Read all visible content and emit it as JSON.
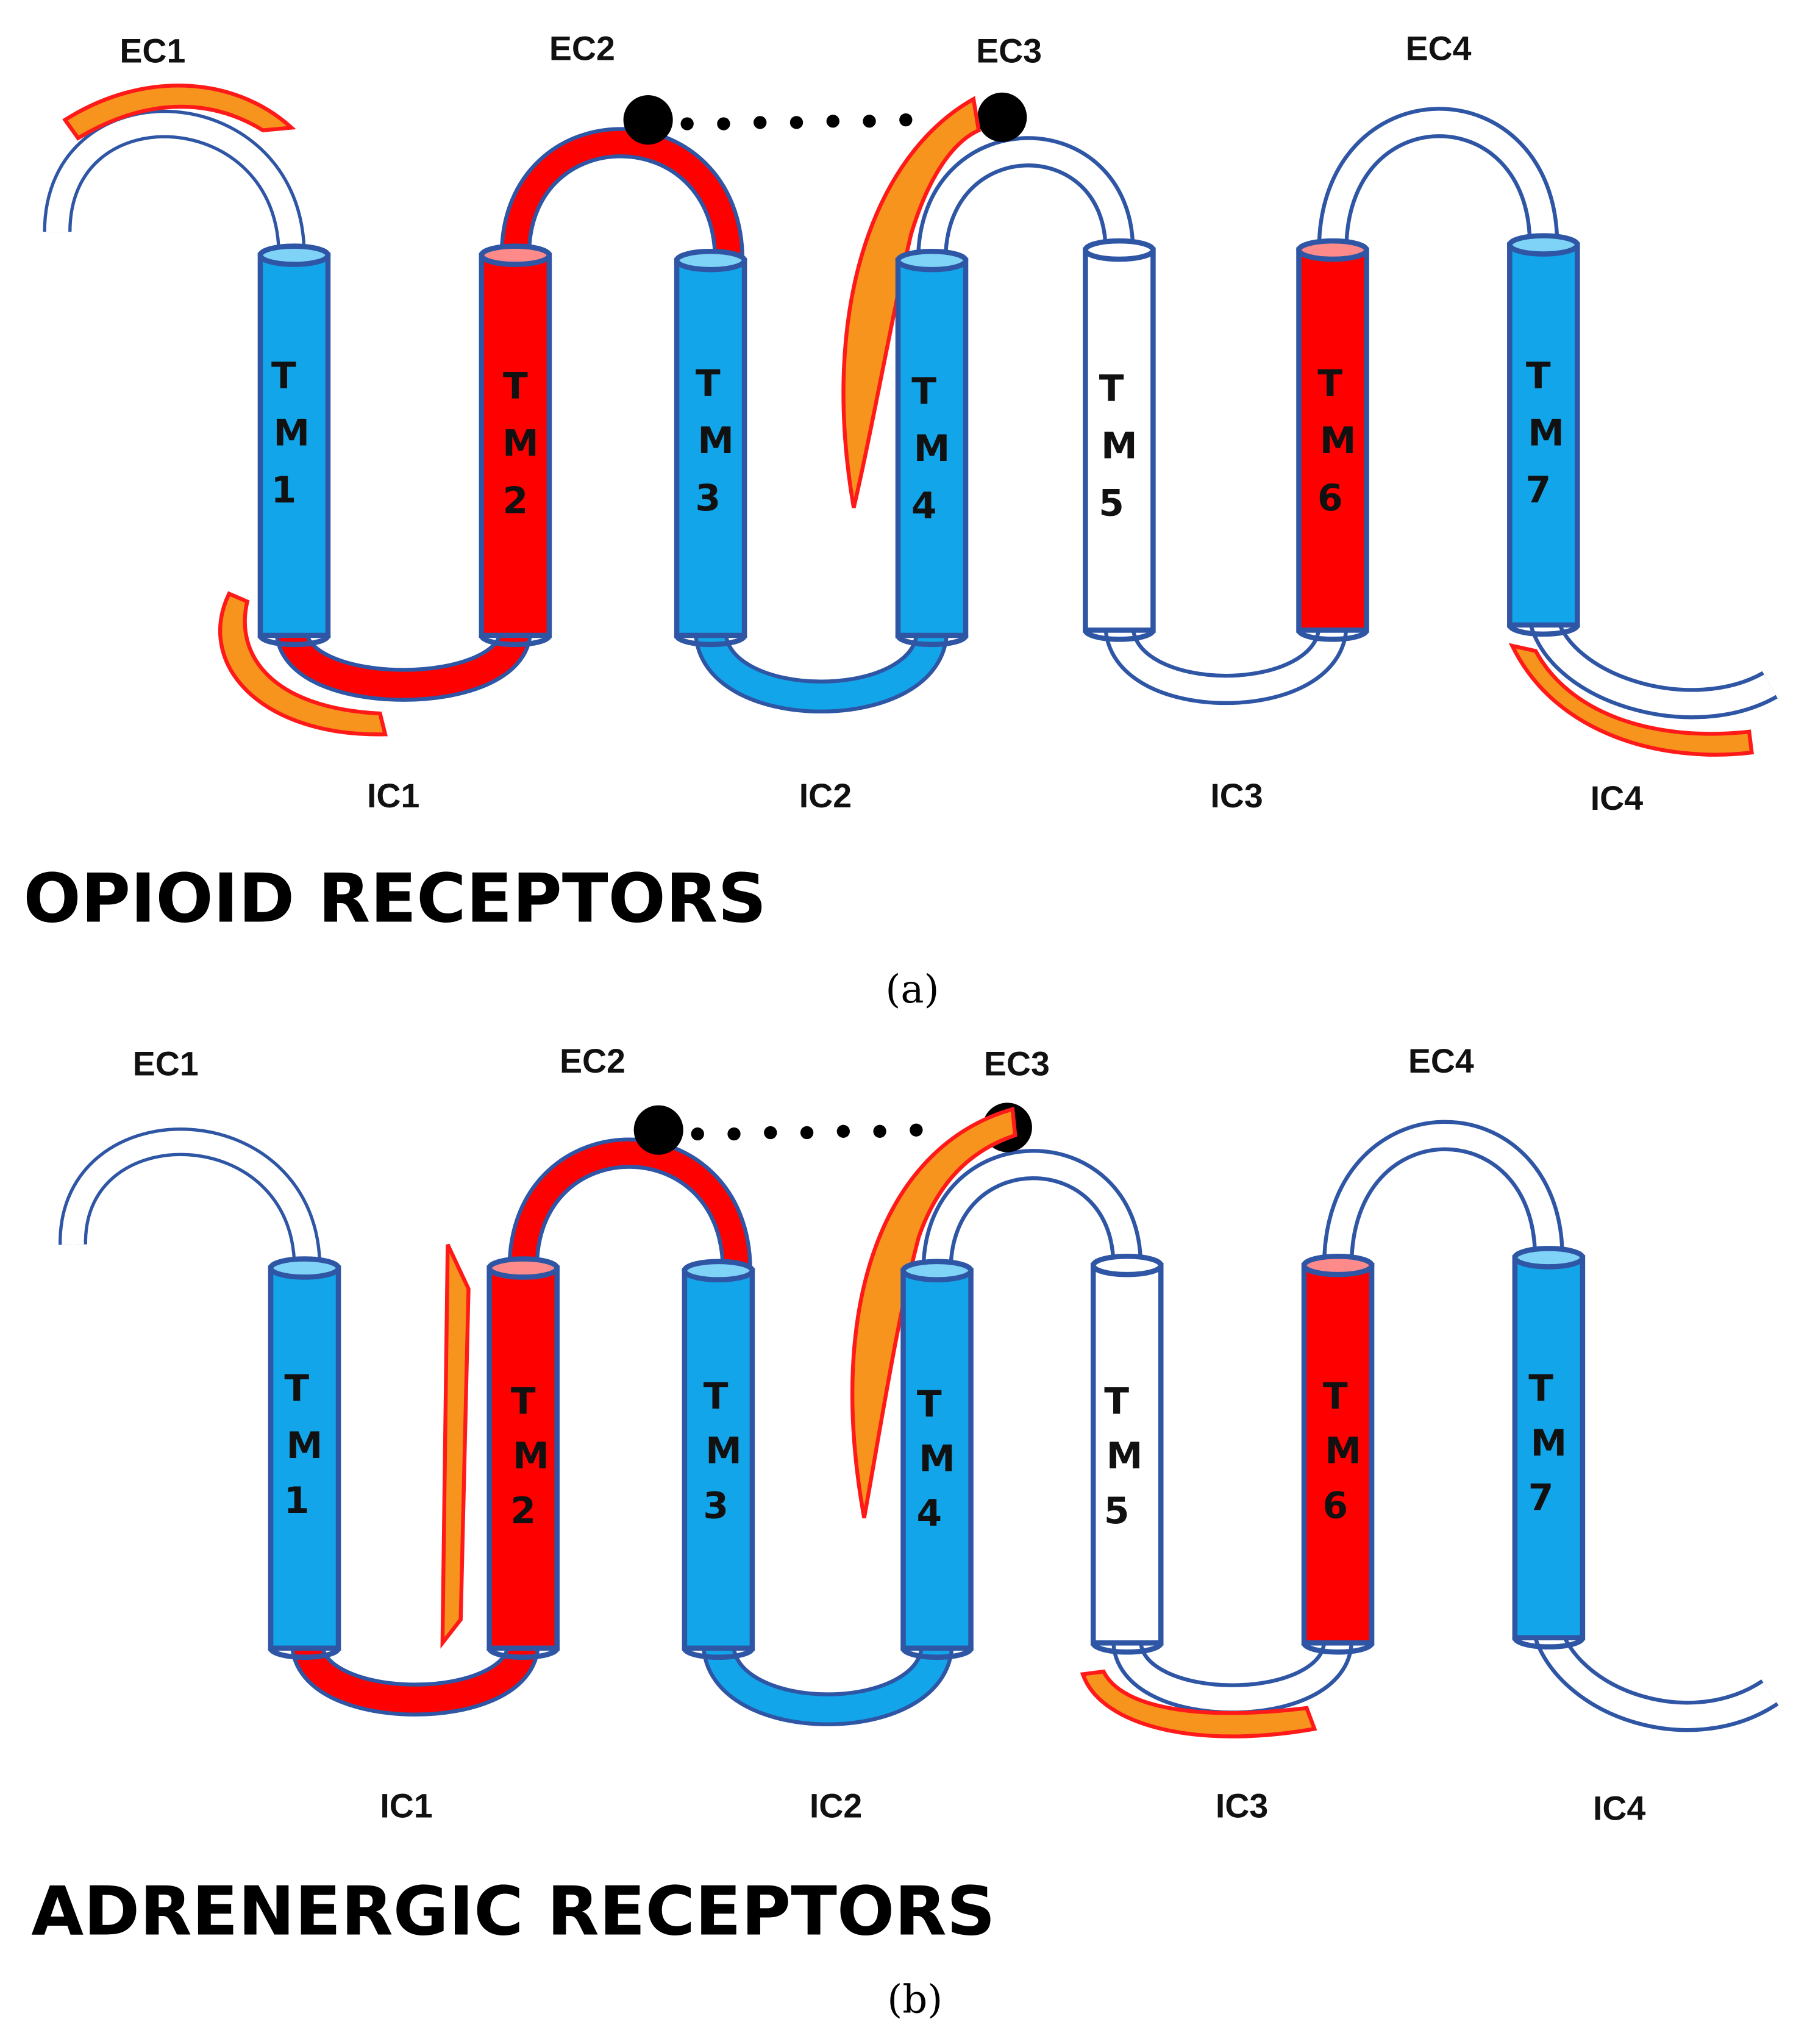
{
  "colors": {
    "membrane_blue": "#13a5e9",
    "membrane_red": "#ff0000",
    "membrane_white": "#ffffff",
    "outline": "#2f56a5",
    "highlight_fill": "#f7941d",
    "highlight_edge": "#ff1a1a",
    "dot": "#000000"
  },
  "icons": {
    "disulfide": "black-dot",
    "helix": "cylinder"
  },
  "panels": [
    {
      "title": "OPIOID RECEPTORS",
      "caption": "(a)",
      "ec_labels": [
        "EC1",
        "EC2",
        "EC3",
        "EC4"
      ],
      "ic_labels": [
        "IC1",
        "IC2",
        "IC3",
        "IC4"
      ],
      "helices": [
        {
          "letters": [
            "T",
            "M",
            "1"
          ],
          "color": "blue"
        },
        {
          "letters": [
            "T",
            "M",
            "2"
          ],
          "color": "red"
        },
        {
          "letters": [
            "T",
            "M",
            "3"
          ],
          "color": "blue"
        },
        {
          "letters": [
            "T",
            "M",
            "4"
          ],
          "color": "blue"
        },
        {
          "letters": [
            "T",
            "M",
            "5"
          ],
          "color": "white"
        },
        {
          "letters": [
            "T",
            "M",
            "6"
          ],
          "color": "red"
        },
        {
          "letters": [
            "T",
            "M",
            "7"
          ],
          "color": "blue"
        }
      ]
    },
    {
      "title": "ADRENERGIC RECEPTORS",
      "caption": "(b)",
      "ec_labels": [
        "EC1",
        "EC2",
        "EC3",
        "EC4"
      ],
      "ic_labels": [
        "IC1",
        "IC2",
        "IC3",
        "IC4"
      ],
      "helices": [
        {
          "letters": [
            "T",
            "M",
            "1"
          ],
          "color": "blue"
        },
        {
          "letters": [
            "T",
            "M",
            "2"
          ],
          "color": "red"
        },
        {
          "letters": [
            "T",
            "M",
            "3"
          ],
          "color": "blue"
        },
        {
          "letters": [
            "T",
            "M",
            "4"
          ],
          "color": "blue"
        },
        {
          "letters": [
            "T",
            "M",
            "5"
          ],
          "color": "white"
        },
        {
          "letters": [
            "T",
            "M",
            "6"
          ],
          "color": "red"
        },
        {
          "letters": [
            "T",
            "M",
            "7"
          ],
          "color": "blue"
        }
      ]
    }
  ]
}
